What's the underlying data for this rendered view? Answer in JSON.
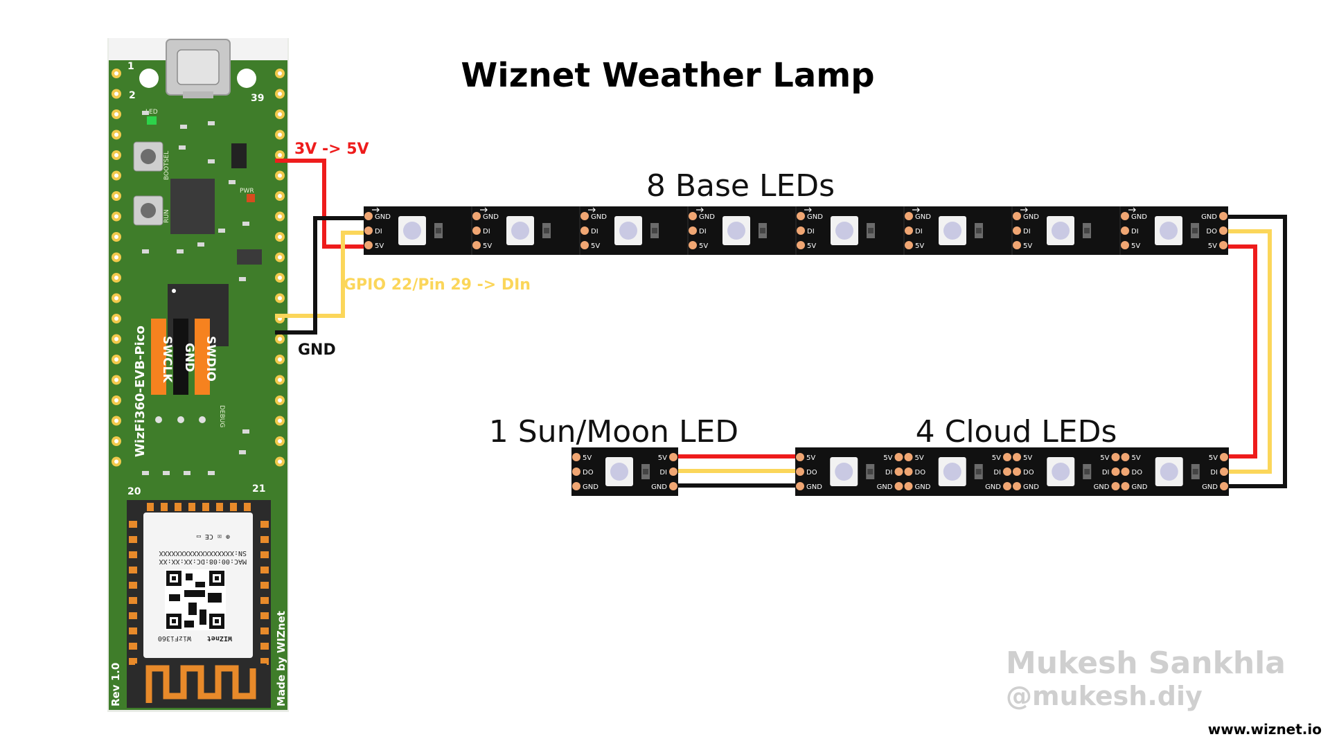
{
  "title": "Wiznet Weather Lamp",
  "labels": {
    "base_leds": "8 Base LEDs",
    "sun_moon_led": "1 Sun/Moon LED",
    "cloud_leds": "4 Cloud LEDs"
  },
  "wire_labels": {
    "power": "3V -> 5V",
    "data": "GPIO 22/Pin 29 -> DIn",
    "ground": "GND"
  },
  "led_pins": {
    "gnd": "GND",
    "di": "DI",
    "do": "DO",
    "v5": "5V"
  },
  "board": {
    "name": "WizFi360-EVB-Pico",
    "maker": "Made by WIZnet",
    "rev": "Rev 1.0",
    "swclk": "SWCLK",
    "gnd": "GND",
    "swdio": "SWDIO",
    "bootsel": "BOOTSEL",
    "run": "RUN",
    "led": "LED",
    "pwr": "PWR",
    "debug": "DEBUG",
    "pin_1": "1",
    "pin_2": "2",
    "pin_39": "39",
    "pin_20": "20",
    "pin_21": "21",
    "module_sn": "SN:XXXXXXXXXXXXXXXXXX",
    "module_mac": "MAC:00:08:DC:XX:XX:XX",
    "module_name": "WizFi360",
    "module_brand": "WIZnet"
  },
  "credit": {
    "author": "Mukesh Sankhla",
    "handle": "@mukesh.diy",
    "website": "www.wiznet.io"
  },
  "colors": {
    "power_wire": "#ee1c1c",
    "data_wire": "#fbd65a",
    "ground_wire": "#111111",
    "board_green": "#3f7d2a",
    "strip": "#111111",
    "pad": "#f0a673",
    "led_lens": "#c9c9e3"
  }
}
